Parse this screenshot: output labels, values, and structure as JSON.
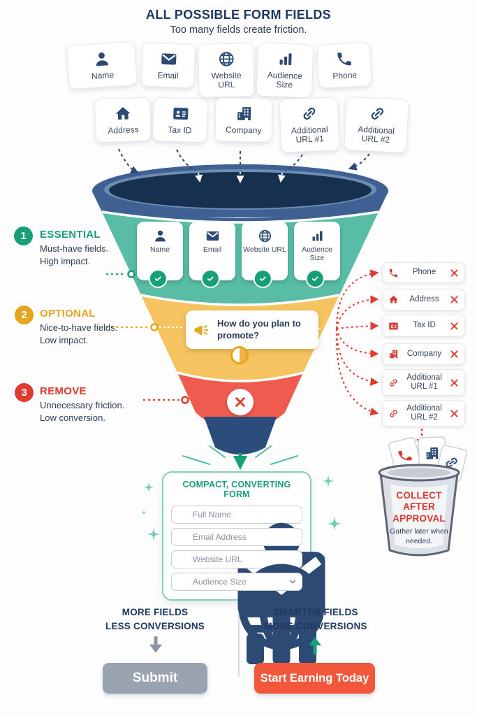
{
  "header": {
    "title": "ALL POSSIBLE FORM FIELDS",
    "subtitle": "Too many fields create friction."
  },
  "all_fields_row1": [
    {
      "label": "Name",
      "icon": "person"
    },
    {
      "label": "Email",
      "icon": "envelope"
    },
    {
      "label": "Website URL",
      "icon": "globe"
    },
    {
      "label": "Audience Size",
      "icon": "bar-chart"
    },
    {
      "label": "Phone",
      "icon": "phone"
    }
  ],
  "all_fields_row2": [
    {
      "label": "Address",
      "icon": "house"
    },
    {
      "label": "Tax ID",
      "icon": "id-card"
    },
    {
      "label": "Company",
      "icon": "building"
    },
    {
      "label": "Additional URL #1",
      "icon": "link"
    },
    {
      "label": "Additional URL #2",
      "icon": "link"
    }
  ],
  "stages": [
    {
      "number": "1",
      "name": "ESSENTIAL",
      "desc_line1": "Must-have fields.",
      "desc_line2": "High impact.",
      "color": "#17a077"
    },
    {
      "number": "2",
      "name": "OPTIONAL",
      "desc_line1": "Nice-to-have fields.",
      "desc_line2": "Low impact.",
      "color": "#e7a41f"
    },
    {
      "number": "3",
      "name": "REMOVE",
      "desc_line1": "Unnecessary friction.",
      "desc_line2": "Low conversion.",
      "color": "#df3b30"
    }
  ],
  "essential_fields": [
    {
      "label": "Name",
      "icon": "person"
    },
    {
      "label": "Email",
      "icon": "envelope"
    },
    {
      "label": "Website URL",
      "icon": "globe"
    },
    {
      "label": "Audience Size",
      "icon": "bar-chart"
    }
  ],
  "optional_question": "How do you plan to promote?",
  "removed_fields": [
    {
      "label": "Phone",
      "icon": "phone"
    },
    {
      "label": "Address",
      "icon": "house"
    },
    {
      "label": "Tax ID",
      "icon": "id-card"
    },
    {
      "label": "Company",
      "icon": "building"
    },
    {
      "label": "Additional URL #1",
      "icon": "link"
    },
    {
      "label": "Additional URL #2",
      "icon": "link"
    }
  ],
  "trash": {
    "title": "COLLECT AFTER APPROVAL",
    "subtitle": "Gather later when needed."
  },
  "form": {
    "title": "COMPACT, CONVERTING FORM",
    "fields": [
      {
        "placeholder": "Full Name",
        "icon": "person"
      },
      {
        "placeholder": "Email Address",
        "icon": "envelope"
      },
      {
        "placeholder": "Website URL",
        "icon": "globe"
      },
      {
        "placeholder": "Audience Size",
        "icon": "bar-chart",
        "dropdown": true
      }
    ]
  },
  "comparison": {
    "left": {
      "line1": "MORE FIELDS",
      "line2": "LESS CONVERSIONS",
      "button_label": "Submit"
    },
    "right": {
      "line1": "SMARTER FIELDS",
      "line2": "MORE CONVERSIONS",
      "button_label": "Start Earning Today"
    }
  },
  "colors": {
    "navy_text": "#1f3860",
    "funnel_rim": "#3f6093",
    "funnel_mouth": "#16314f",
    "essential_teal": "#58bda4",
    "optional_amber": "#f5c35f",
    "remove_red": "#ef5b4e",
    "spout_navy": "#2b4d7c",
    "accent_green": "#17a077",
    "accent_amber": "#e7a41f",
    "accent_red": "#df3b30",
    "cta_orange": "#f2573c",
    "submit_gray": "#9aa3b0"
  }
}
